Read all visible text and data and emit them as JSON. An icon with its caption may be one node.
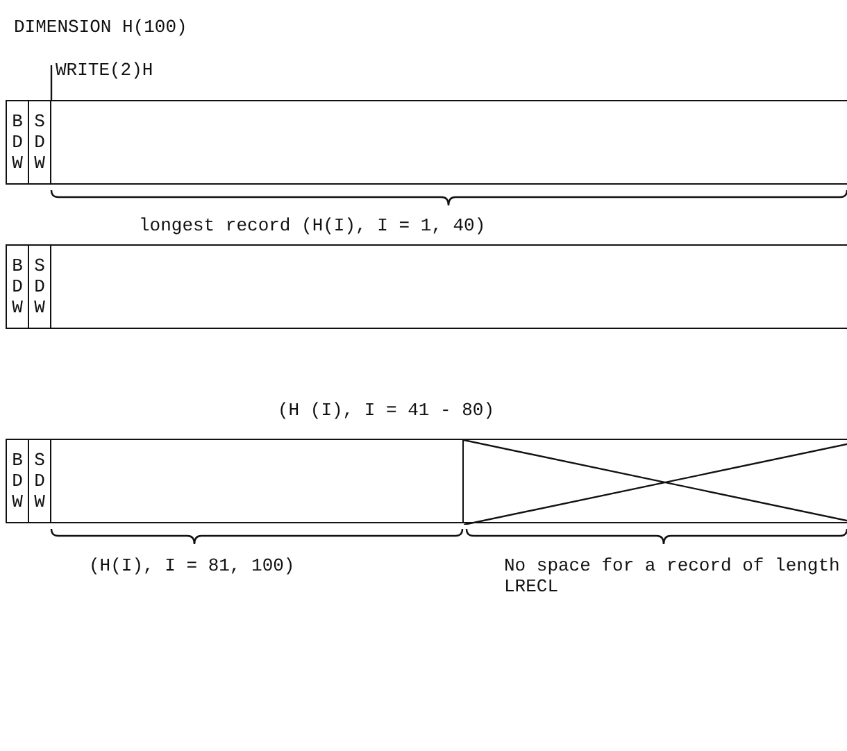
{
  "diagram": {
    "nodes": [
      {
        "text": [
          "WRITE(2)H"
        ]
      },
      {
        "text": [
          "B D W"
        ]
      },
      {
        "text": [
          "S D W"
        ]
      },
      {
        "text": [],
        "shape": "box"
      },
      {
        "text": [
          "B D W"
        ]
      },
      {
        "text": [
          "S D W"
        ]
      },
      {
        "text": [],
        "shape": "box"
      },
      {
        "text": [
          "B D W"
        ]
      },
      {
        "text": [
          "S D W"
        ]
      },
      {
        "text": [],
        "shape": "box"
      },
      {
        "text": [],
        "shape": "box"
      }
    ],
    "edges": [
      {
        "from": 0,
        "to": 3,
        "arrow": "none"
      }
    ],
    "labels": [
      "DIMENSION H(100)",
      "longest record (H(I), I = 1, 40)",
      "(H (I), I = 41 - 80)",
      "(H(I), I = 81, 100)",
      "No space for a record of length LRECL"
    ]
  }
}
